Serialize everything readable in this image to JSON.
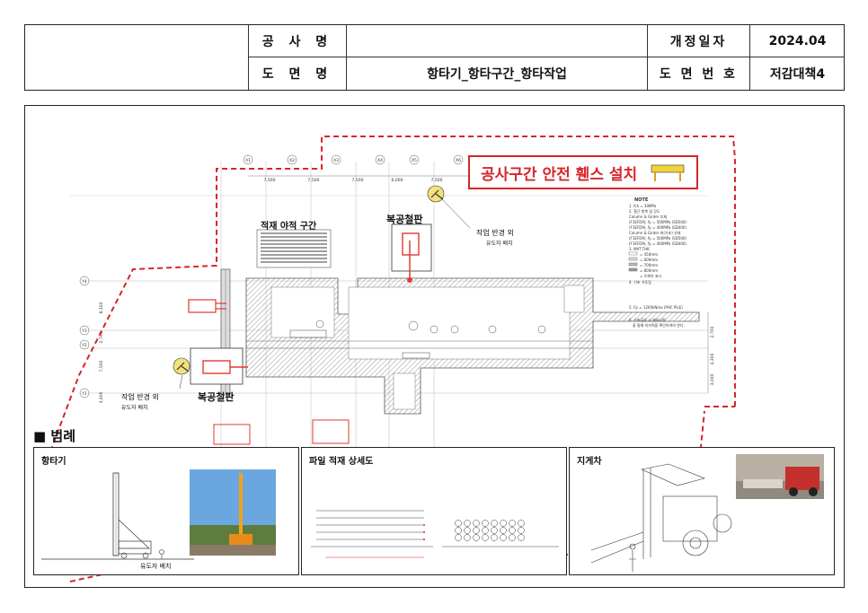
{
  "title_block": {
    "project_name_label": "공 사 명",
    "project_name_value": "",
    "revision_date_label": "개정일자",
    "revision_date_value": "2024.04",
    "drawing_name_label": "도 면 명",
    "drawing_name_value": "항타기_항타구간_항타작업",
    "drawing_no_label": "도 면 번 호",
    "drawing_no_value": "저감대책4"
  },
  "plan": {
    "fence_callout": "공사구간 안전 휀스 설치",
    "storage_area": "적재 야적 구간",
    "steel_plate_top": "복공철판",
    "steel_plate_left": "복공철판",
    "work_radius_top": "작업 반경 외",
    "signal_top": "유도자 배치",
    "work_radius_left": "작업 반경 외",
    "signal_left": "유도자 배치",
    "grid_labels": [
      "X1",
      "X2",
      "X3",
      "X4",
      "X5",
      "X6"
    ],
    "spans": [
      "7,500",
      "7,500",
      "7,500",
      "6,000",
      "7,500"
    ],
    "row_labels": [
      "Y4",
      "Y3",
      "Y2",
      "Y1"
    ],
    "row_spans": [
      "8,100",
      "2,700",
      "7,500",
      "3,400"
    ],
    "right_dims": [
      "2,700",
      "4,300",
      "3,000"
    ],
    "note_title": "NOTE",
    "notes": [
      "1. fck = 30MPa",
      "2. 철근 항복 및 강도",
      "Column & Girder 부재",
      "(F1EFD9), fy = 500MPa (SD500)",
      "(F1EFD9), fy = 400MPa (SD400)",
      "Column & Girder 외(기초) 부재",
      "(F1EFD9), fy = 500MPa (SD500)",
      "(F1EFD9), fy = 400MPa (SD400)",
      "3. MAT THK",
      "= 450mm",
      "= 600mm",
      "= 700mm",
      "= 800mm",
      "= 두께차 표시",
      "4. 기초 거푸집",
      "5. Fp = 1200kN/ea (PHC PILE)",
      "6. 기초공사 시 재하시험",
      "을 통해 지지력을 확인하여야 한다."
    ]
  },
  "legend": {
    "title": "■ 범례",
    "pile_driver_label": "항타기",
    "pile_driver_caption": "유도자 배치",
    "pile_stack_label": "파일 적재 상세도",
    "forklift_label": "지게차"
  },
  "colors": {
    "fence_red": "#d6262a",
    "plate_red": "#e03a2f",
    "hatch": "#888888"
  }
}
